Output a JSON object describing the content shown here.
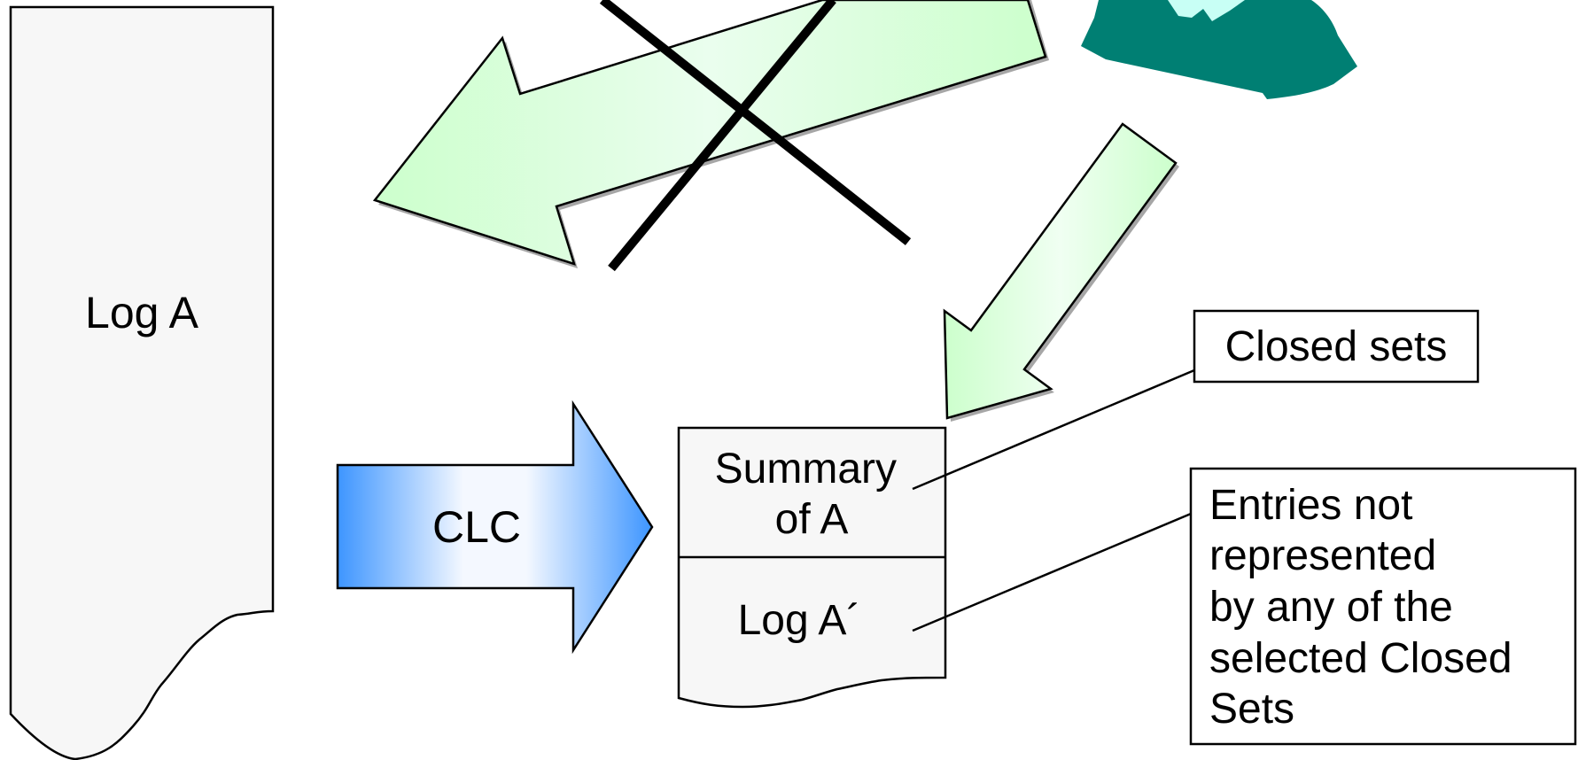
{
  "log_a": {
    "label": "Log A"
  },
  "clc_arrow": {
    "label": "CLC"
  },
  "result_document": {
    "summary_lines": [
      "Summary",
      "of A"
    ],
    "log_label": "Log A´"
  },
  "callouts": {
    "closed_sets": "Closed sets",
    "entries_lines": [
      "Entries not",
      "represented",
      "by any of the",
      "selected Closed",
      "Sets"
    ]
  },
  "colors": {
    "document_fill": "#f7f7f7",
    "arrow_green_light": "#ffffff",
    "arrow_green": "#ccffcc",
    "arrow_blue": "#3d95ff",
    "person_teal": "#007f73",
    "person_collar": "#c8fff5",
    "shadow": "#a6a6a6"
  }
}
